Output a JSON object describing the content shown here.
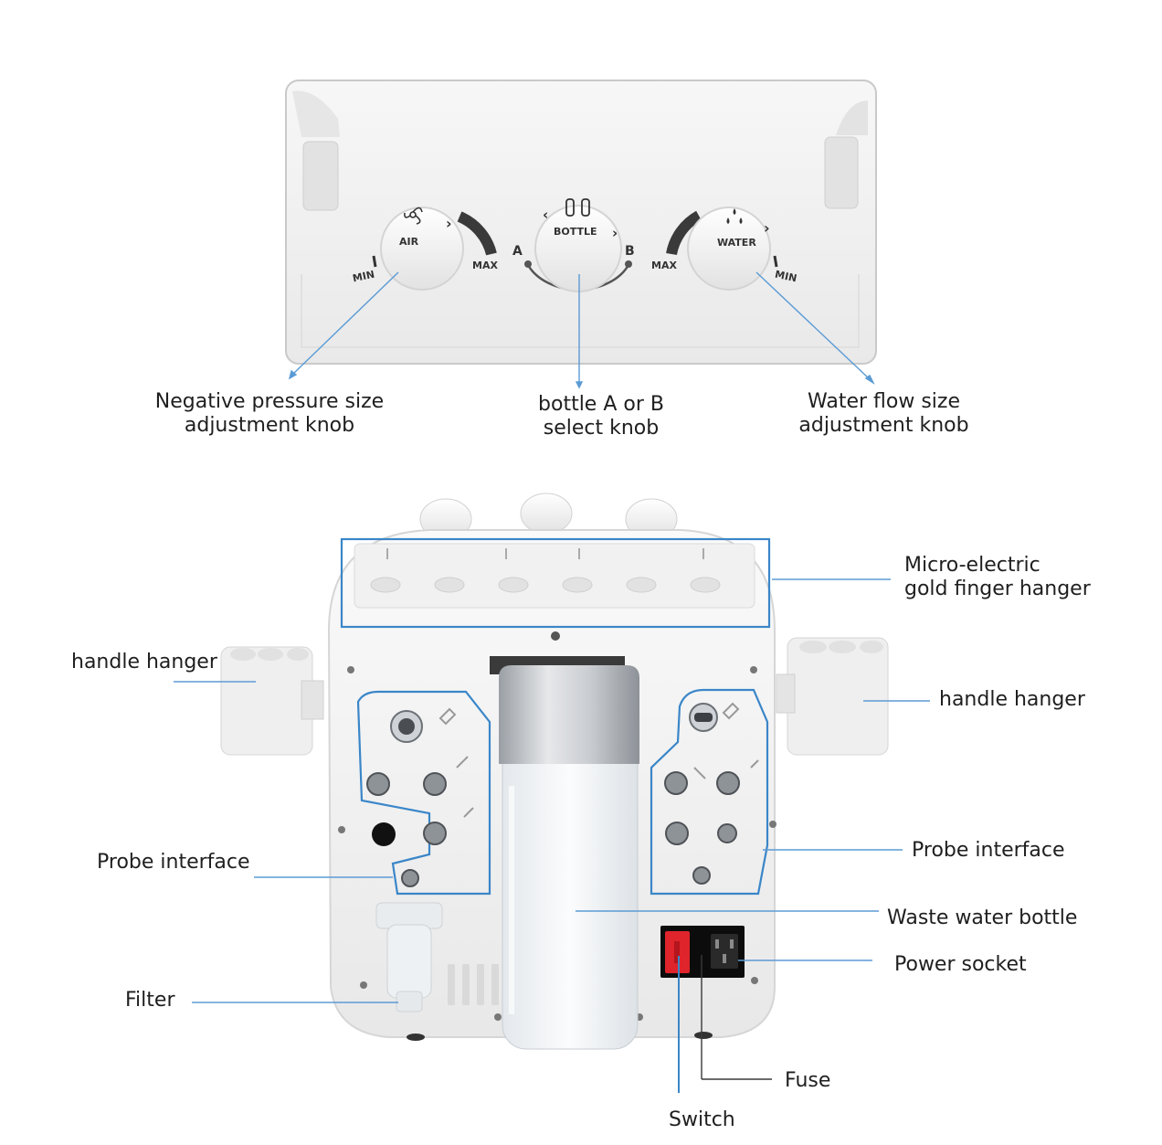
{
  "panel": {
    "air_knob": {
      "label": "AIR",
      "min": "MIN",
      "max": "MAX"
    },
    "bottle_knob": {
      "label": "BOTTLE",
      "left": "A",
      "right": "B"
    },
    "water_knob": {
      "label": "WATER",
      "min": "MIN",
      "max": "MAX"
    }
  },
  "callouts": {
    "negative_pressure": {
      "line1": "Negative pressure size",
      "line2": "adjustment knob"
    },
    "bottle_select": {
      "line1": "bottle A or B",
      "line2": "select knob"
    },
    "water_flow": {
      "line1": "Water flow size",
      "line2": "adjustment knob"
    },
    "gold_finger": {
      "line1": "Micro-electric",
      "line2": "gold finger hanger"
    },
    "handle_hanger_left": "handle hanger",
    "handle_hanger_right": "handle hanger",
    "probe_left": "Probe interface",
    "probe_right": "Probe interface",
    "waste_bottle": "Waste water bottle",
    "power_socket": "Power socket",
    "filter": "Filter",
    "fuse": "Fuse",
    "switch": "Switch"
  },
  "colors": {
    "leader_line": "#5b9bd5",
    "highlight_outline": "#3a86c8",
    "switch_red": "#e0242b",
    "panel_bg": "#eeeeee",
    "machine_body": "#f3f3f3"
  }
}
